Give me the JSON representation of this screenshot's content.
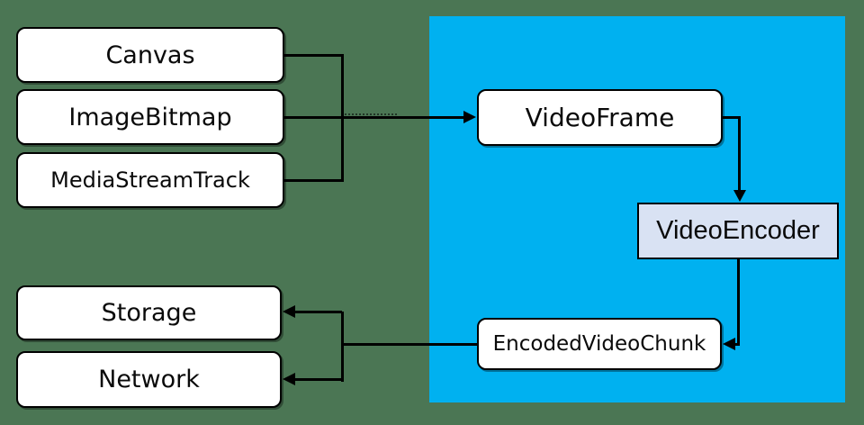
{
  "colors": {
    "background": "#4b7654",
    "region_fill": "#00b1f0",
    "node_fill": "#ffffff",
    "encoder_fill": "#d9e2f3",
    "line": "#000000"
  },
  "nodes": {
    "canvas": {
      "label": "Canvas"
    },
    "image_bitmap": {
      "label": "ImageBitmap"
    },
    "media_stream_track": {
      "label": "MediaStreamTrack"
    },
    "video_frame": {
      "label": "VideoFrame"
    },
    "video_encoder": {
      "label": "VideoEncoder"
    },
    "encoded_video_chunk": {
      "label": "EncodedVideoChunk"
    },
    "storage": {
      "label": "Storage"
    },
    "network": {
      "label": "Network"
    }
  }
}
